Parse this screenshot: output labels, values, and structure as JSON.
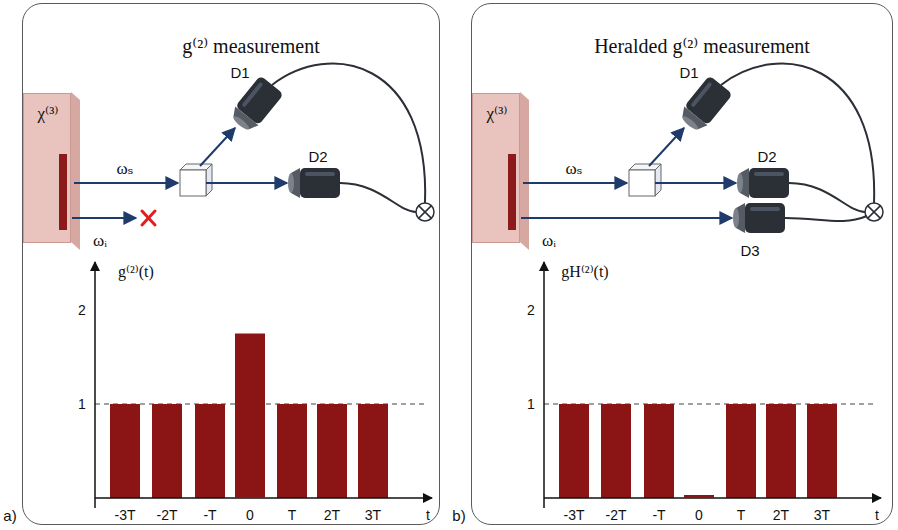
{
  "diagram": {
    "nodes": [
      {
        "text": [
          "g⁽²⁾ measurement"
        ]
      },
      {
        "text": [
          "χ⁽³⁾"
        ],
        "in": 0
      },
      {
        "text": [
          "Heralded g⁽²⁾ measurement"
        ]
      },
      {
        "text": [
          "χ⁽³⁾"
        ],
        "in": 2
      }
    ],
    "labels": [
      "ωₛ",
      "ωᵢ",
      "D1",
      "D2",
      "g⁽²⁾(t)",
      "2",
      "1",
      "-3T",
      "-2T",
      "-T",
      "0",
      "T",
      "2T",
      "3T",
      "t",
      "a)",
      "ωₛ",
      "ωᵢ",
      "D1",
      "D2",
      "D3",
      "gH⁽²⁾(t)",
      "2",
      "1",
      "-3T",
      "-2T",
      "-T",
      "0",
      "T",
      "2T",
      "3T",
      "t",
      "b)"
    ]
  }
}
